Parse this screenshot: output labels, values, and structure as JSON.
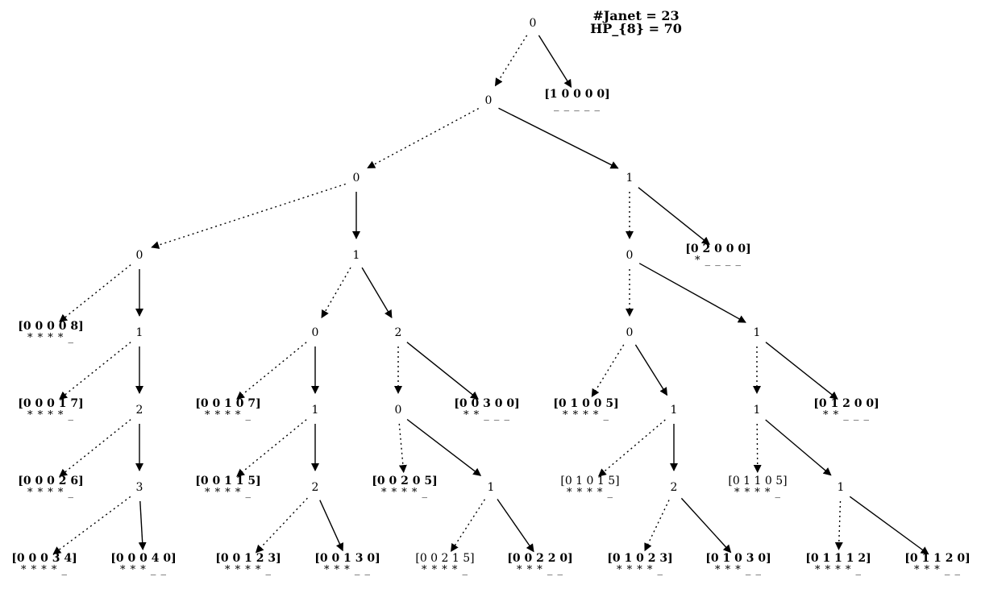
{
  "header": {
    "janet_count": "#Janet = 23",
    "hp": "HP_{8} = 70"
  },
  "colors": {
    "ink": "#000000",
    "background": "#ffffff"
  },
  "nodes": [
    {
      "id": "n1",
      "label": "0",
      "kind": "num"
    },
    {
      "id": "n2",
      "label": "0",
      "kind": "num"
    },
    {
      "id": "n3",
      "label": "0",
      "kind": "num"
    },
    {
      "id": "n4",
      "label": "1",
      "kind": "num"
    },
    {
      "id": "n5",
      "label": "0",
      "kind": "num"
    },
    {
      "id": "n6",
      "label": "1",
      "kind": "num"
    },
    {
      "id": "n7",
      "label": "0",
      "kind": "num"
    },
    {
      "id": "n8",
      "label": "1",
      "kind": "num"
    },
    {
      "id": "n9",
      "label": "2",
      "kind": "num"
    },
    {
      "id": "n10",
      "label": "0",
      "kind": "num"
    },
    {
      "id": "n11",
      "label": "1",
      "kind": "num"
    },
    {
      "id": "n12",
      "label": "2",
      "kind": "num"
    },
    {
      "id": "n13",
      "label": "1",
      "kind": "num"
    },
    {
      "id": "n14",
      "label": "0",
      "kind": "num"
    },
    {
      "id": "n15",
      "label": "1",
      "kind": "num"
    },
    {
      "id": "n16",
      "label": "0",
      "kind": "num"
    },
    {
      "id": "n17",
      "label": "3",
      "kind": "num"
    },
    {
      "id": "n18",
      "label": "2",
      "kind": "num"
    },
    {
      "id": "n19",
      "label": "1",
      "kind": "num"
    },
    {
      "id": "n20",
      "label": "2",
      "kind": "num"
    },
    {
      "id": "n21",
      "label": "1",
      "kind": "num"
    },
    {
      "id": "L1",
      "label": "[1 0 0 0 0]",
      "mask": "_ _ _ _ _",
      "bold": true,
      "kind": "leaf"
    },
    {
      "id": "L2",
      "label": "[0 2 0 0 0]",
      "mask": "* _ _ _ _",
      "bold": true,
      "kind": "leaf"
    },
    {
      "id": "L3",
      "label": "[0 0 0 0 8]",
      "mask": "* * * * _",
      "bold": true,
      "kind": "leaf"
    },
    {
      "id": "L4",
      "label": "[0 0 0 1 7]",
      "mask": "* * * * _",
      "bold": true,
      "kind": "leaf"
    },
    {
      "id": "L5",
      "label": "[0 0 1 0 7]",
      "mask": "* * * * _",
      "bold": true,
      "kind": "leaf"
    },
    {
      "id": "L6",
      "label": "[0 0 3 0 0]",
      "mask": "* * _ _ _",
      "bold": true,
      "kind": "leaf"
    },
    {
      "id": "L7",
      "label": "[0 1 0 0 5]",
      "mask": "* * * * _",
      "bold": true,
      "kind": "leaf"
    },
    {
      "id": "L8",
      "label": "[0 1 2 0 0]",
      "mask": "* * _ _ _",
      "bold": true,
      "kind": "leaf"
    },
    {
      "id": "L9",
      "label": "[0 0 0 2 6]",
      "mask": "* * * * _",
      "bold": true,
      "kind": "leaf"
    },
    {
      "id": "L10",
      "label": "[0 0 1 1 5]",
      "mask": "* * * * _",
      "bold": true,
      "kind": "leaf"
    },
    {
      "id": "L11",
      "label": "[0 0 2 0 5]",
      "mask": "* * * * _",
      "bold": true,
      "kind": "leaf"
    },
    {
      "id": "L12",
      "label": "[0 1 0 1 5]",
      "mask": "* * * * _",
      "bold": false,
      "kind": "leaf"
    },
    {
      "id": "L13",
      "label": "[0 1 1 0 5]",
      "mask": "* * * * _",
      "bold": false,
      "kind": "leaf"
    },
    {
      "id": "L14",
      "label": "[0 0 0 3 4]",
      "mask": "* * * * _",
      "bold": true,
      "kind": "leaf"
    },
    {
      "id": "L15",
      "label": "[0 0 0 4 0]",
      "mask": "* * * _ _",
      "bold": true,
      "kind": "leaf"
    },
    {
      "id": "L16",
      "label": "[0 0 1 2 3]",
      "mask": "* * * * _",
      "bold": true,
      "kind": "leaf"
    },
    {
      "id": "L17",
      "label": "[0 0 1 3 0]",
      "mask": "* * * _ _",
      "bold": true,
      "kind": "leaf"
    },
    {
      "id": "L18",
      "label": "[0 0 2 1 5]",
      "mask": "* * * * _",
      "bold": false,
      "kind": "leaf"
    },
    {
      "id": "L19",
      "label": "[0 0 2 2 0]",
      "mask": "* * * _ _",
      "bold": true,
      "kind": "leaf"
    },
    {
      "id": "L20",
      "label": "[0 1 0 2 3]",
      "mask": "* * * * _",
      "bold": true,
      "kind": "leaf"
    },
    {
      "id": "L21",
      "label": "[0 1 0 3 0]",
      "mask": "* * * _ _",
      "bold": true,
      "kind": "leaf"
    },
    {
      "id": "L22",
      "label": "[0 1 1 1 2]",
      "mask": "* * * * _",
      "bold": true,
      "kind": "leaf"
    },
    {
      "id": "L23",
      "label": "[0 1 1 2 0]",
      "mask": "* * * _ _",
      "bold": true,
      "kind": "leaf"
    }
  ],
  "edges": [
    {
      "from": "n1",
      "to": "n2",
      "style": "dotted"
    },
    {
      "from": "n1",
      "to": "L1",
      "style": "solid"
    },
    {
      "from": "n2",
      "to": "n3",
      "style": "dotted"
    },
    {
      "from": "n2",
      "to": "n4",
      "style": "solid"
    },
    {
      "from": "n3",
      "to": "n5",
      "style": "dotted"
    },
    {
      "from": "n3",
      "to": "n6",
      "style": "solid"
    },
    {
      "from": "n4",
      "to": "n7",
      "style": "dotted"
    },
    {
      "from": "n4",
      "to": "L2",
      "style": "solid"
    },
    {
      "from": "n5",
      "to": "L3",
      "style": "dotted"
    },
    {
      "from": "n5",
      "to": "n8",
      "style": "solid"
    },
    {
      "from": "n6",
      "to": "n10",
      "style": "dotted"
    },
    {
      "from": "n6",
      "to": "n12",
      "style": "solid"
    },
    {
      "from": "n7",
      "to": "n14",
      "style": "dotted"
    },
    {
      "from": "n7",
      "to": "n15",
      "style": "solid"
    },
    {
      "from": "n8",
      "to": "L4",
      "style": "dotted"
    },
    {
      "from": "n8",
      "to": "n9",
      "style": "solid"
    },
    {
      "from": "n10",
      "to": "L5",
      "style": "dotted"
    },
    {
      "from": "n10",
      "to": "n11",
      "style": "solid"
    },
    {
      "from": "n12",
      "to": "n16",
      "style": "dotted"
    },
    {
      "from": "n12",
      "to": "L6",
      "style": "solid"
    },
    {
      "from": "n14",
      "to": "L7",
      "style": "dotted"
    },
    {
      "from": "n14",
      "to": "n13",
      "style": "solid"
    },
    {
      "from": "n15",
      "to": "n21",
      "style": "dotted"
    },
    {
      "from": "n15",
      "to": "L8",
      "style": "solid"
    },
    {
      "from": "n9",
      "to": "L9",
      "style": "dotted"
    },
    {
      "from": "n9",
      "to": "n17",
      "style": "solid"
    },
    {
      "from": "n11",
      "to": "L10",
      "style": "dotted"
    },
    {
      "from": "n11",
      "to": "n18",
      "style": "solid"
    },
    {
      "from": "n16",
      "to": "L11",
      "style": "dotted"
    },
    {
      "from": "n16",
      "to": "n19",
      "style": "solid"
    },
    {
      "from": "n13",
      "to": "L12",
      "style": "dotted"
    },
    {
      "from": "n13",
      "to": "n20",
      "style": "solid"
    },
    {
      "from": "n21",
      "to": "L13",
      "style": "dotted"
    },
    {
      "from": "n21",
      "to": "n22",
      "style": "solid"
    },
    {
      "from": "n17",
      "to": "L14",
      "style": "dotted"
    },
    {
      "from": "n17",
      "to": "L15",
      "style": "solid"
    },
    {
      "from": "n18",
      "to": "L16",
      "style": "dotted"
    },
    {
      "from": "n18",
      "to": "L17",
      "style": "solid"
    },
    {
      "from": "n19",
      "to": "L18",
      "style": "dotted"
    },
    {
      "from": "n19",
      "to": "L19",
      "style": "solid"
    },
    {
      "from": "n20",
      "to": "L20",
      "style": "dotted"
    },
    {
      "from": "n20",
      "to": "L21",
      "style": "solid"
    },
    {
      "from": "n22",
      "to": "L22",
      "style": "dotted"
    },
    {
      "from": "n22",
      "to": "L23",
      "style": "solid"
    }
  ],
  "extra_nodes": [
    {
      "id": "n22",
      "label": "1",
      "kind": "num"
    }
  ]
}
